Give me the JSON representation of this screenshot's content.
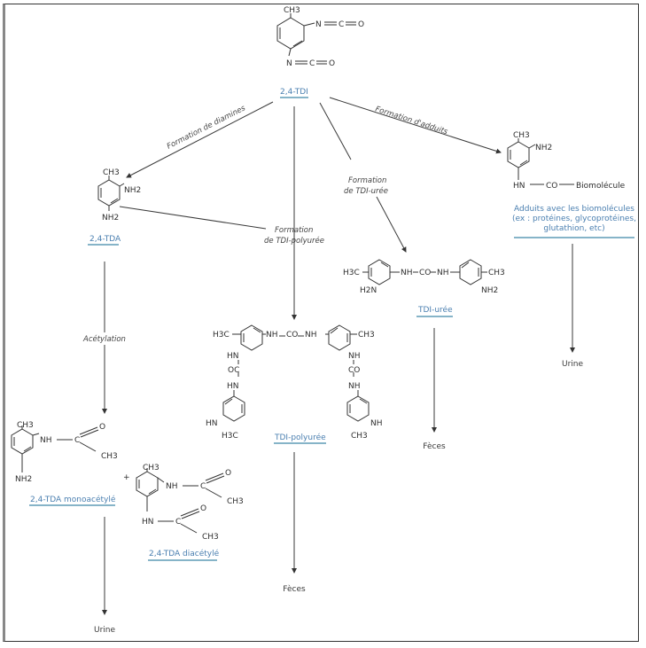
{
  "compounds": {
    "tdi": {
      "name": "2,4-TDI",
      "groups": {
        "ch3": "CH3",
        "nco1": "N",
        "c1": "C",
        "o1": "O",
        "nco2": "N",
        "c2": "C",
        "o2": "O"
      }
    },
    "tda": {
      "name": "2,4-TDA",
      "groups": {
        "ch3": "CH3",
        "nh2a": "NH2",
        "nh2b": "NH2"
      }
    },
    "adduct": {
      "name_lines": [
        "Adduits avec les biomolécules",
        "(ex : protéines, glycoprotéines,",
        "glutathion, etc)"
      ],
      "groups": {
        "ch3": "CH3",
        "nh2": "NH2",
        "hn": "HN",
        "co": "CO",
        "bio": "Biomolécule"
      }
    },
    "tdi_uree": {
      "name": "TDI-urée",
      "groups": {
        "h3c": "H3C",
        "h2n": "H2N",
        "nh1": "NH",
        "co": "CO",
        "nh2": "NH",
        "ch3": "CH3",
        "nh2b": "NH2"
      }
    },
    "tdi_polyuree": {
      "name": "TDI-polyurée",
      "groups": {
        "h3c": "H3C",
        "nh1": "NH",
        "co": "CO",
        "nh2": "NH",
        "ch3": "CH3",
        "hn_l1": "HN",
        "oc_l": "OC",
        "hn_l2": "HN",
        "hn_l3": "HN",
        "h3c_l": "H3C",
        "nh_r1": "NH",
        "co_r": "CO",
        "nh_r2": "NH",
        "nh_r3": "NH",
        "ch3_r": "CH3"
      }
    },
    "tda_mono": {
      "name": "2,4-TDA monoacétylé",
      "groups": {
        "ch3": "CH3",
        "nh": "NH",
        "c": "C",
        "o": "O",
        "ch3b": "CH3",
        "nh2": "NH2"
      }
    },
    "tda_di": {
      "name": "2,4-TDA diacétylé",
      "groups": {
        "ch3": "CH3",
        "nh": "NH",
        "c1": "C",
        "o1": "O",
        "ch3a": "CH3",
        "hn": "HN",
        "c2": "C",
        "o2": "O",
        "ch3b": "CH3"
      }
    }
  },
  "plus_sign": "+",
  "edges": {
    "diamines": "Formation de diamines",
    "adduits": "Formation d'adduits",
    "uree_1": "Formation",
    "uree_2": "de TDI-urée",
    "polyuree_1": "Formation",
    "polyuree_2": "de TDI-polyurée",
    "acetylation": "Acétylation"
  },
  "outcomes": {
    "urine_adduct": "Urine",
    "feces_uree": "Fèces",
    "feces_polyuree": "Fèces",
    "urine_tda": "Urine"
  }
}
